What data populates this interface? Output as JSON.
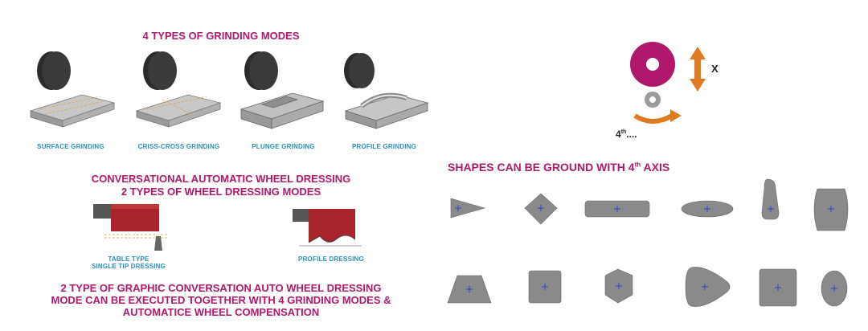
{
  "grinding": {
    "title": "4 TYPES OF GRINDING MODES",
    "modes": [
      {
        "label": "SURFACE GRINDING"
      },
      {
        "label": "CRISS-CROSS GRINDING"
      },
      {
        "label": "PLUNGE GRINDING"
      },
      {
        "label": "PROFILE GRINDING"
      }
    ]
  },
  "dressing": {
    "title_line1": "CONVERSATIONAL AUTOMATIC WHEEL DRESSING",
    "title_line2": "2 TYPES OF WHEEL DRESSING MODES",
    "modes": [
      {
        "label_line1": "TABLE TYPE",
        "label_line2": "SINGLE TIP DRESSING"
      },
      {
        "label_line1": "PROFILE DRESSING"
      }
    ]
  },
  "summary": {
    "line1": "2 TYPE OF GRAPHIC CONVERSATION AUTO WHEEL DRESSING",
    "line2": "MODE CAN BE EXECUTED TOGETHER WITH 4 GRINDING MODES &",
    "line3": "AUTOMATICE WHEEL COMPENSATION"
  },
  "axis": {
    "x_label": "X",
    "fourth_label": "4",
    "fourth_sup": "th",
    "fourth_suffix": "...."
  },
  "shapes": {
    "title": "SHAPES CAN BE GROUND WITH 4",
    "title_sup": "th",
    "title_suffix": " AXIS"
  },
  "colors": {
    "magenta": "#b0186e",
    "caption_blue": "#2a8fbf",
    "arrow_orange": "#e07a1f",
    "shape_gray": "#8a8a8a",
    "wheel_dark": "#2b2b2b",
    "dress_red": "#a8232a"
  }
}
